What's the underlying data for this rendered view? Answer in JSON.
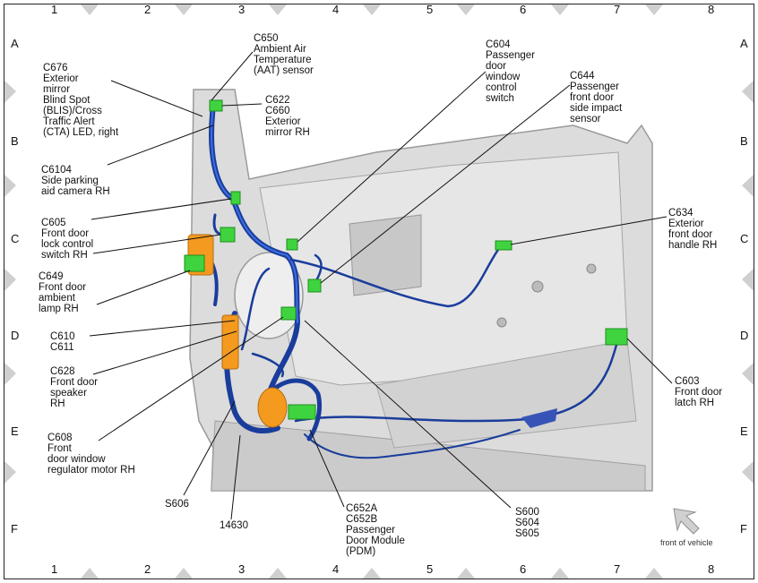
{
  "grid": {
    "columns": [
      "1",
      "2",
      "3",
      "4",
      "5",
      "6",
      "7",
      "8"
    ],
    "rows": [
      "A",
      "B",
      "C",
      "D",
      "E",
      "F"
    ]
  },
  "labels": {
    "c650": "C650\nAmbient Air\nTemperature\n(AAT) sensor",
    "c676": "C676\nExterior\nmirror\nBlind Spot\n(BLIS)/Cross\nTraffic Alert\n(CTA) LED, right",
    "c622": "C622\nC660\nExterior\nmirror RH",
    "c604": "C604\nPassenger\ndoor\nwindow\ncontrol\nswitch",
    "c644": "C644\nPassenger\nfront door\nside impact\nsensor",
    "c6104": "C6104\nSide parking\naid camera RH",
    "c605": "C605\nFront door\nlock control\nswitch RH",
    "c634": "C634\nExterior\nfront door\nhandle RH",
    "c649": "C649\nFront door\nambient\nlamp RH",
    "c610": "C610\nC611",
    "c628": "C628\nFront door\nspeaker\nRH",
    "c603": "C603\nFront door\nlatch RH",
    "c608": "C608\nFront\ndoor window\nregulator motor RH",
    "s606": "S606",
    "n14630": "14630",
    "c652": "C652A\nC652B\nPassenger\nDoor Module\n(PDM)",
    "s600": "S600\nS604\nS605"
  },
  "front_of_vehicle": "front of vehicle",
  "colors": {
    "harness": "#1a3d9c",
    "harness_light": "#3d6ee0",
    "connector": "#3fd43f",
    "connector_dark": "#1e8e1e",
    "orange": "#f39a1f",
    "panel": "#d9d9d9",
    "panel_dark": "#8f8f8f"
  }
}
